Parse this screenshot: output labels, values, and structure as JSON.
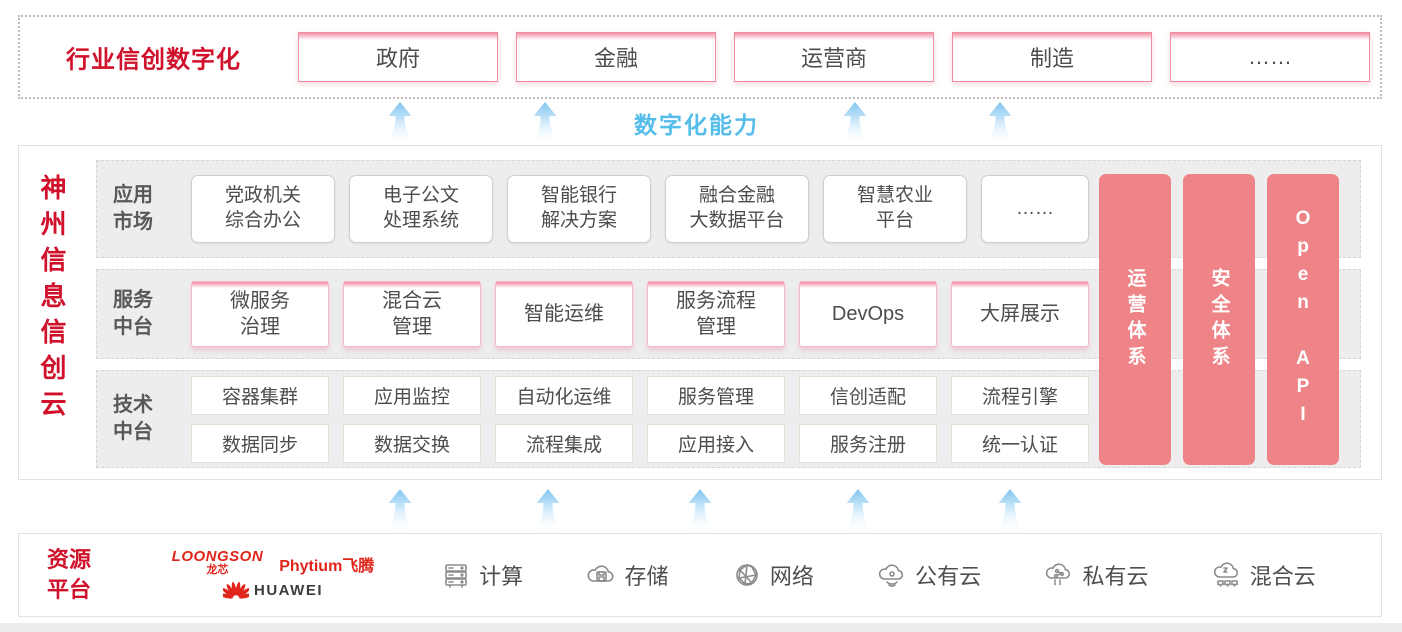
{
  "colors": {
    "brand_red": "#d0112b",
    "bar_pink": "#ee8487",
    "capability_blue": "#55bdea",
    "vendor_red": "#e1251b",
    "panel_gray": "#ededee"
  },
  "top": {
    "title": "行业信创数字化",
    "items": [
      "政府",
      "金融",
      "运营商",
      "制造",
      "……"
    ]
  },
  "capability_label": "数字化能力",
  "main": {
    "vertical_title": "神州信息信创云",
    "rows": [
      {
        "label": "应用\n市场",
        "items": [
          "党政机关\n综合办公",
          "电子公文\n处理系统",
          "智能银行\n解决方案",
          "融合金融\n大数据平台",
          "智慧农业\n平台",
          "……"
        ]
      },
      {
        "label": "服务\n中台",
        "items": [
          "微服务\n治理",
          "混合云\n管理",
          "智能运维",
          "服务流程\n管理",
          "DevOps",
          "大屏展示"
        ]
      },
      {
        "label": "技术\n中台",
        "rows": [
          [
            "容器集群",
            "应用监控",
            "自动化运维",
            "服务管理",
            "信创适配",
            "流程引擎"
          ],
          [
            "数据同步",
            "数据交换",
            "流程集成",
            "应用接入",
            "服务注册",
            "统一认证"
          ]
        ]
      }
    ],
    "side_bars": [
      "运营体系",
      "安全体系",
      "Open API"
    ]
  },
  "resource": {
    "title": "资源\n平台",
    "vendors": {
      "loongson_en": "LOONGSON",
      "loongson_cn": "龙芯",
      "phytium": "Phytium飞腾",
      "huawei": "HUAWEI"
    },
    "items": [
      {
        "icon": "server-icon",
        "label": "计算"
      },
      {
        "icon": "storage-cloud-icon",
        "label": "存储"
      },
      {
        "icon": "network-globe-icon",
        "label": "网络"
      },
      {
        "icon": "public-cloud-icon",
        "label": "公有云"
      },
      {
        "icon": "private-cloud-icon",
        "label": "私有云"
      },
      {
        "icon": "hybrid-cloud-icon",
        "label": "混合云"
      }
    ]
  }
}
